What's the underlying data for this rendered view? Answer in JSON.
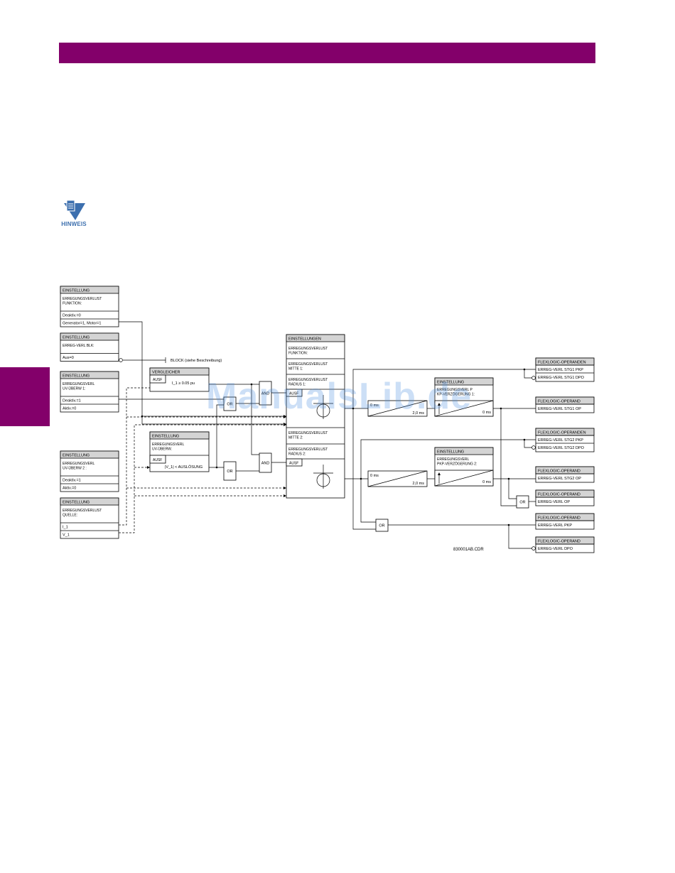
{
  "note": {
    "label": "HINWEIS",
    "icon": "note-hand-icon"
  },
  "colors": {
    "accent": "#83006a",
    "note_blue": "#3c6fae",
    "watermark": "#4a8fe0"
  },
  "watermark": "ManualsLib.de",
  "drawing_code": "830001AB.CDR",
  "boxes": {
    "func": {
      "header": "EINSTELLUNG",
      "title": "ERREGUNGSVERLUST\nFUNKTION:",
      "rows": [
        "Deaktiv.=0",
        "Generator=1, Motor=1"
      ]
    },
    "blk": {
      "header": "EINSTELLUNG",
      "title": "ERREG-VERL BLK:",
      "rows": [
        "Aus=0"
      ]
    },
    "uv1": {
      "header": "EINSTELLUNG",
      "title": "ERREGUNGSVERL\nUV-ÜBERW 1:",
      "rows": [
        "Deaktiv.=1",
        "Aktiv.=0"
      ]
    },
    "uv2": {
      "header": "EINSTELLUNG",
      "title": "ERREGUNGSVERL\nUV-ÜBERW 2 :",
      "rows": [
        "Deaktiv.=1",
        "Aktiv.=0"
      ]
    },
    "src": {
      "header": "EINSTELLUNG",
      "title": "ERREGUNGSVERLUST\nQUELLE:",
      "rows": [
        "I_1",
        "V_1"
      ]
    },
    "cmp": {
      "header": "VERGLEICHER",
      "ausf": "AUSF",
      "cond": "I_1 ≥ 0.05 pu"
    },
    "uvs": {
      "header": "EINSTELLUNG",
      "title": "ERREGUNGSVERL\nUV-ÜBERW.",
      "ausf": "AUSF",
      "cond": "|V_1| < AUSLÖSUNG"
    },
    "main": {
      "header": "EINSTELLUNGEN",
      "sections": [
        "ERREGUNGSVERLUST\nFUNKTION:",
        "ERREGUNGSVERLUST\nMITTE 1:",
        "ERREGUNGSVERLUST\nRADIUS 1:",
        "AUSF",
        "ERREGUNGSVERLUST\nMITTE 2:",
        "ERREGUNGSVERLUST\nRADIUS 2:",
        "AUSF"
      ]
    },
    "d1": {
      "header": "EINSTELLUNG",
      "title": "ERREGUNGSVERL P\nKP-VERZÖGERUNG 1:",
      "t0": "0 ms",
      "t1": "0 ms"
    },
    "d2": {
      "header": "EINSTELLUNG",
      "title": "ERREGUNGSVERL\nPKP-VERZÖGERUNG 2:",
      "t0": "0 ms",
      "t1": "0 ms"
    },
    "t1": {
      "t0": "0 ms",
      "t1": "2,0 ms"
    },
    "t2": {
      "t0": "0 ms",
      "t1": "2,0 ms"
    }
  },
  "block_label": "BLOCK (siehe Beschreibung)",
  "gates": {
    "and1": "AND",
    "or1": "OR",
    "and2": "AND",
    "or2": "OR",
    "or3": "OR",
    "or4": "OR"
  },
  "outputs": [
    {
      "header": "FLEXLOGIC-OPERANDEN",
      "rows": [
        "ERREG-VERL STG1 PKP",
        "ERREG-VERL STG1 DPO"
      ]
    },
    {
      "header": "FLEXLOGIC-OPERAND",
      "rows": [
        "ERREG-VERL STG1 OP"
      ]
    },
    {
      "header": "FLEXLOGIC-OPERANDEN",
      "rows": [
        "ERREG-VERL STG2 PKP",
        "ERREG-VERL STG2 DPO"
      ]
    },
    {
      "header": "FLEXLOGIC-OPERAND",
      "rows": [
        "ERREG-VERL STG2 OP"
      ]
    },
    {
      "header": "FLEXLOGIC-OPERAND",
      "rows": [
        "ERREG-VERL OP"
      ]
    },
    {
      "header": "FLEXLOGIC-OPERAND",
      "rows": [
        "ERREG-VERL PKP"
      ]
    },
    {
      "header": "FLEXLOGIC-OPERAND",
      "rows": [
        "ERREG-VERL DPO"
      ]
    }
  ]
}
